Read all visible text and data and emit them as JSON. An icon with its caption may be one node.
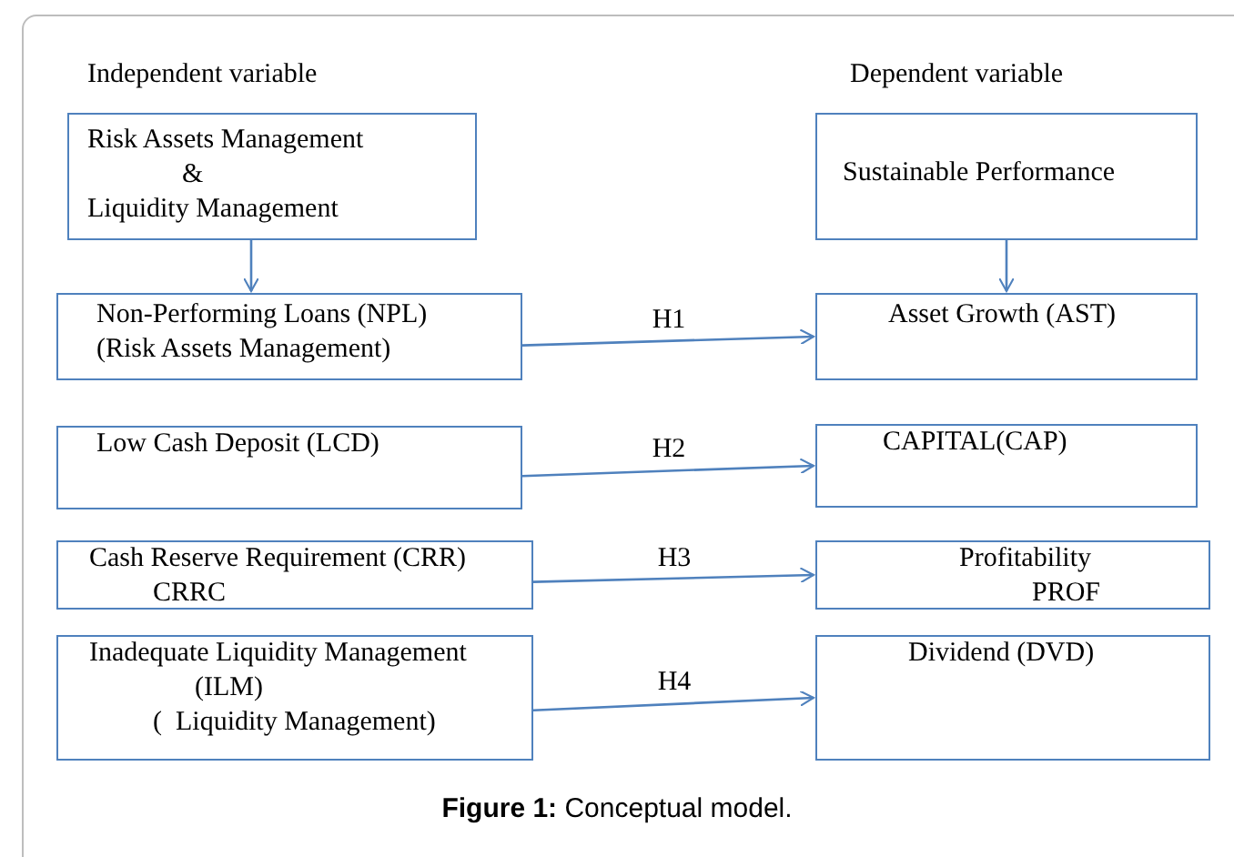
{
  "diagram": {
    "caption": "**Figure 1:** Conceptual model.",
    "nodes": [
      {
        "text": [
          "Risk Assets Management",
          "&",
          "Liquidity Management"
        ]
      },
      {
        "text": [
          "Sustainable Performance"
        ]
      },
      {
        "text": [
          "Non-Performing Loans (NPL)",
          "(Risk Assets Management)"
        ]
      },
      {
        "text": [
          "Asset Growth (AST)"
        ]
      },
      {
        "text": [
          "Low Cash Deposit (LCD)"
        ]
      },
      {
        "text": [
          "CAPITAL(CAP)"
        ]
      },
      {
        "text": [
          "Cash Reserve Requirement (CRR)",
          "CRRC"
        ]
      },
      {
        "text": [
          "Profitability",
          "PROF"
        ]
      },
      {
        "text": [
          "Inadequate Liquidity Management",
          "(ILM)",
          "(  Liquidity Management)"
        ]
      },
      {
        "text": [
          "Dividend (DVD)"
        ]
      }
    ],
    "edges": [
      {
        "from": 0,
        "to": 2,
        "arrow": "to"
      },
      {
        "from": 1,
        "to": 3,
        "arrow": "to"
      },
      {
        "from": 2,
        "to": 3,
        "arrow": "to",
        "label": "H1"
      },
      {
        "from": 4,
        "to": 5,
        "arrow": "to",
        "label": "H2"
      },
      {
        "from": 6,
        "to": 7,
        "arrow": "to",
        "label": "H3"
      },
      {
        "from": 8,
        "to": 9,
        "arrow": "to",
        "label": "H4"
      }
    ],
    "labels": [
      "Independent variable",
      "Dependent variable"
    ]
  }
}
